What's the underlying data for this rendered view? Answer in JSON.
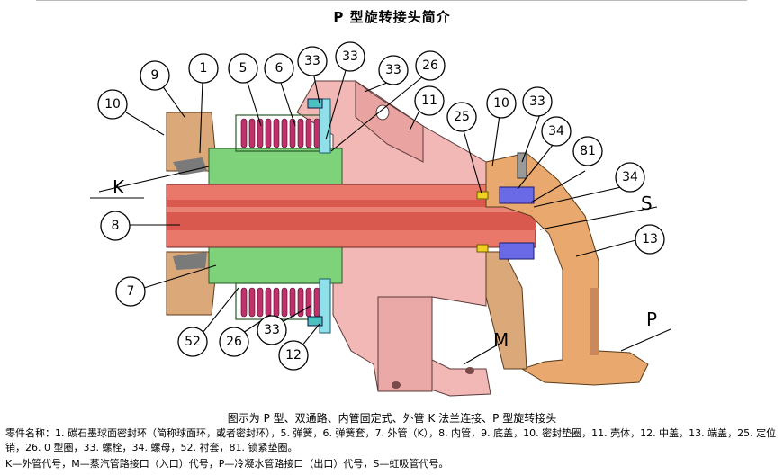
{
  "title": "P 型旋转接头简介",
  "caption": "图示为 P 型、双通路、内管固定式、外管 K 法兰连接、P 型旋转接头",
  "parts_text": "零件名称：1. 碳石墨球面密封环（简称球面环，或者密封环），5. 弹簧，6. 弹簧套，7. 外管（K），8. 内管，9. 底盖，10. 密封垫圈，11. 壳体，12. 中盖，13. 端盖，25. 定位销，26. 0 型圈，33. 螺栓，34. 螺母，52. 衬套，81. 锁紧垫圈。",
  "codes_text": "K—外管代号，M—蒸汽管路接口（入口）代号，P—冷凝水管路接口（出口）代号，S—虹吸管代号。",
  "callouts": [
    "10",
    "9",
    "1",
    "5",
    "6",
    "33",
    "33",
    "33",
    "26",
    "11",
    "25",
    "10",
    "33",
    "34",
    "81",
    "34",
    "8",
    "7",
    "52",
    "26",
    "33",
    "12",
    "13"
  ],
  "letters": [
    "K",
    "S",
    "M",
    "P"
  ],
  "colors": {
    "housing": "#f2b8b6",
    "flange": "#dba87a",
    "tube": "#e9786a",
    "green": "#7ed27a",
    "spring": "#c0306a",
    "blue": "#6a6ae6",
    "elbow": "#e9a96e",
    "cyan": "#8fe0e8"
  }
}
